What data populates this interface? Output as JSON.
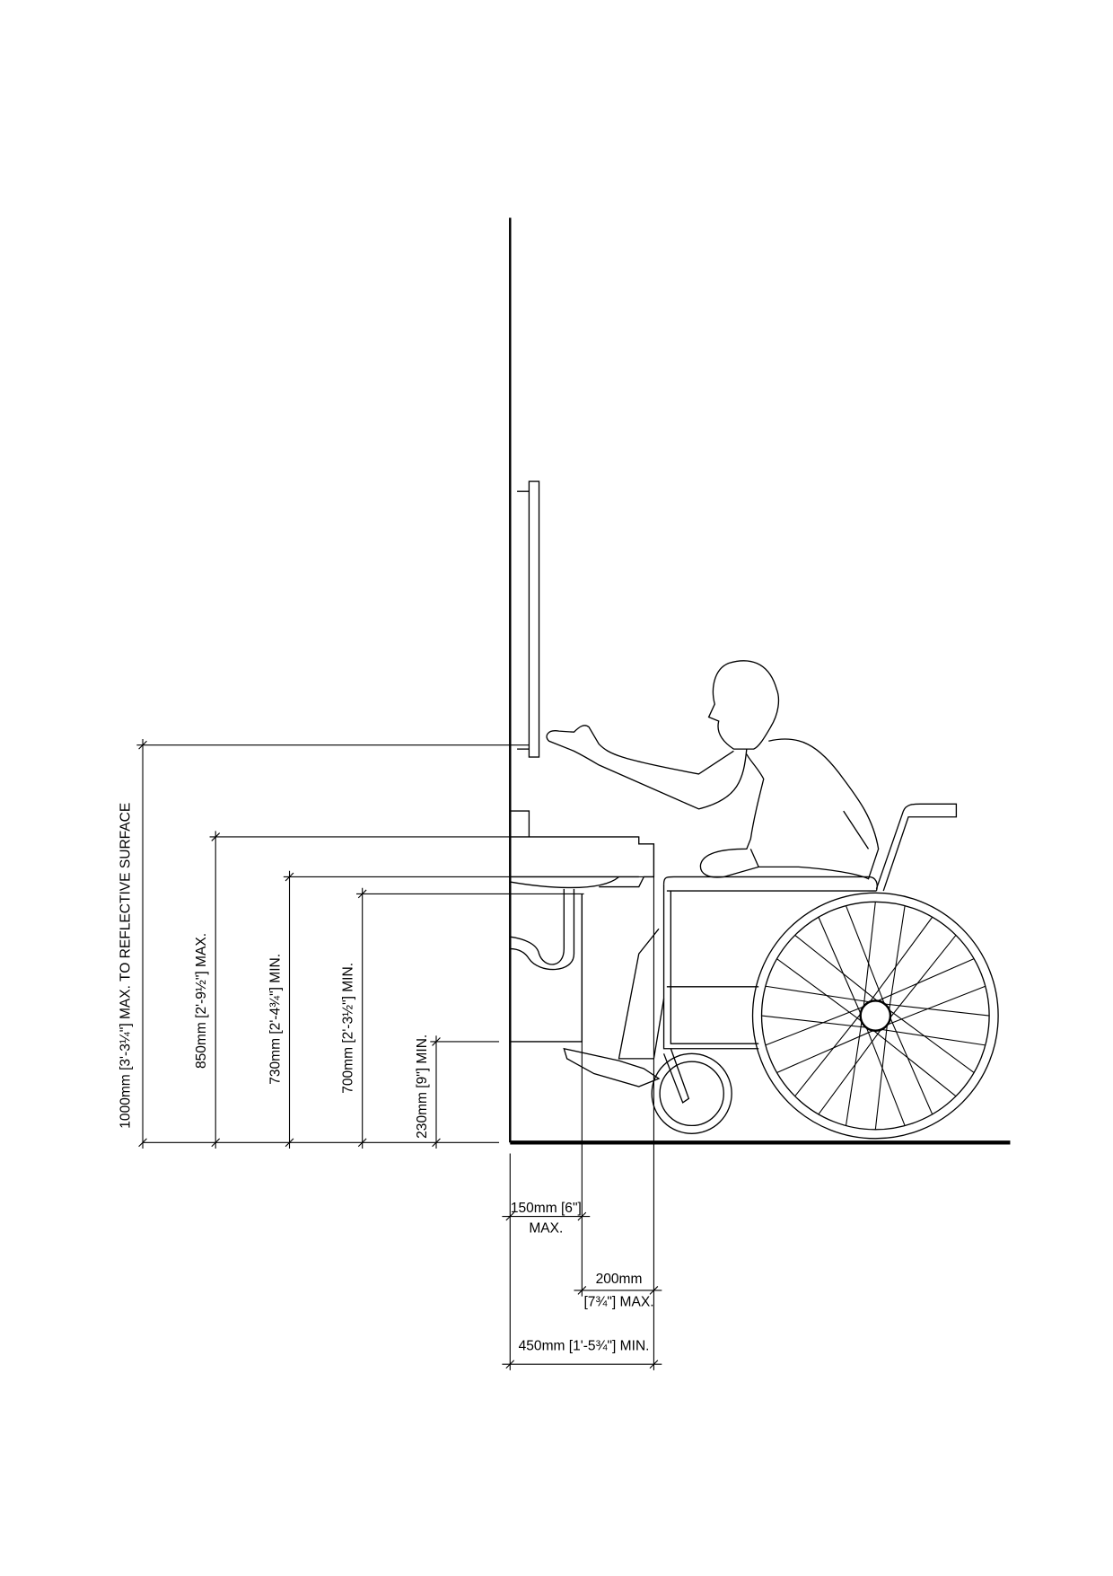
{
  "diagram": {
    "vertical_dimensions": [
      {
        "label": "1000mm [3'-3¼\"] MAX. TO REFLECTIVE SURFACE"
      },
      {
        "label": "850mm [2'-9½\"] MAX."
      },
      {
        "label": "730mm [2'-4¾\"] MIN."
      },
      {
        "label": "700mm [2'-3½\"] MIN."
      },
      {
        "label": "230mm [9\"] MIN."
      }
    ],
    "horizontal_dimensions": [
      {
        "line1": "150mm [6\"]",
        "line2": "MAX."
      },
      {
        "line1": "200mm",
        "line2": "[7¾\"] MAX."
      },
      {
        "line1": "450mm [1'-5¾\"] MIN."
      }
    ],
    "wheel_spokes": 24
  }
}
